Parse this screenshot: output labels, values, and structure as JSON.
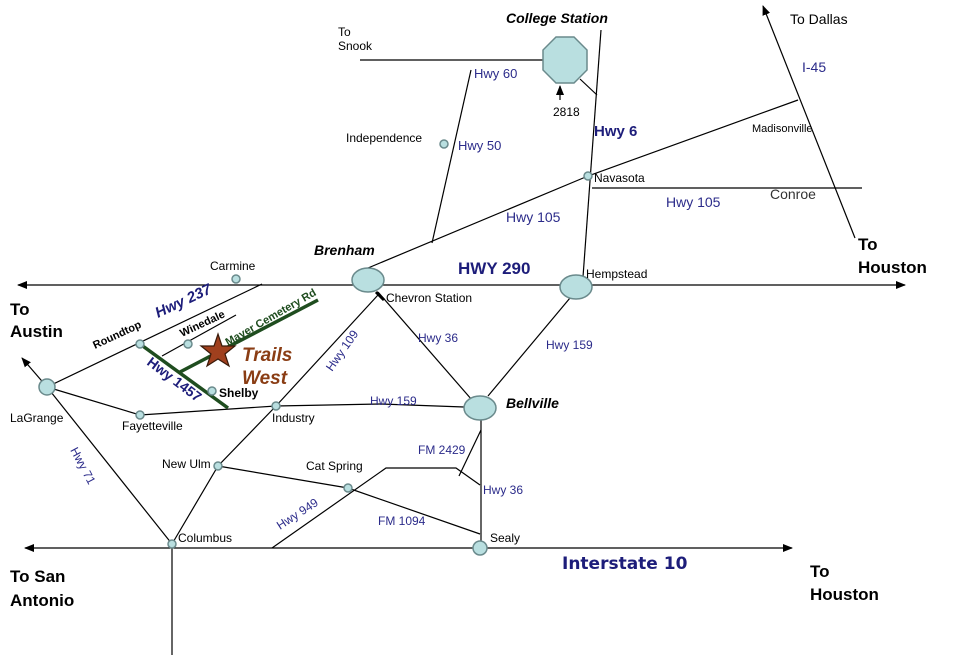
{
  "title": "Map to Trails West",
  "destination": {
    "line1": "Trails",
    "line2": "West"
  },
  "cities": {
    "college_station": "College Station",
    "brenham": "Brenham",
    "bellville": "Bellville",
    "hempstead": "Hempstead",
    "navasota": "Navasota",
    "madisonville": "Madisonville",
    "conroe": "Conroe",
    "independence": "Independence",
    "carmine": "Carmine",
    "roundtop": "Roundtop",
    "winedale": "Winedale",
    "shelby": "Shelby",
    "lagrange": "LaGrange",
    "fayetteville": "Fayetteville",
    "industry": "Industry",
    "new_ulm": "New Ulm",
    "cat_spring": "Cat Spring",
    "columbus": "Columbus",
    "sealy": "Sealy",
    "chevron": "Chevron Station",
    "fm2818": "2818"
  },
  "directions": {
    "snook1": "To",
    "snook2": "Snook",
    "dallas": "To Dallas",
    "houston_n1": "To",
    "houston_n2": "Houston",
    "austin1": "To",
    "austin2": "Austin",
    "sa1": "To San",
    "sa2": "Antonio",
    "houston_s1": "To",
    "houston_s2": "Houston"
  },
  "highways": {
    "hwy60": "Hwy 60",
    "hwy50": "Hwy 50",
    "hwy6": "Hwy 6",
    "i45": "I-45",
    "hwy105a": "Hwy 105",
    "hwy105b": "Hwy 105",
    "hwy290": "HWY 290",
    "hwy237": "Hwy 237",
    "mayer": "Mayer Cemetery Rd",
    "hwy1457": "Hwy 1457",
    "hwy109": "Hwy 109",
    "hwy36a": "Hwy 36",
    "hwy159a": "Hwy 159",
    "hwy159b": "Hwy 159",
    "fm2429": "FM 2429",
    "hwy36b": "Hwy 36",
    "hwy71": "Hwy 71",
    "hwy949": "Hwy 949",
    "fm1094": "FM 1094",
    "i10": "Interstate 10"
  }
}
